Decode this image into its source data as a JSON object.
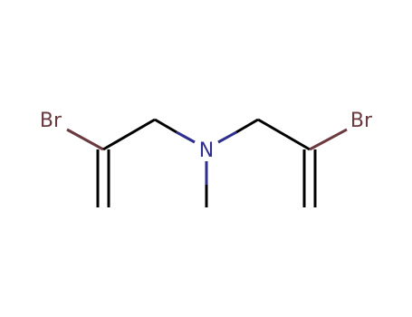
{
  "molecule": {
    "atoms": {
      "br_left": "Br",
      "nitrogen": "N",
      "br_right": "Br"
    },
    "colors": {
      "bond": "#000000",
      "bromine": "#6b3a3f",
      "nitrogen": "#2f2f8f"
    }
  }
}
